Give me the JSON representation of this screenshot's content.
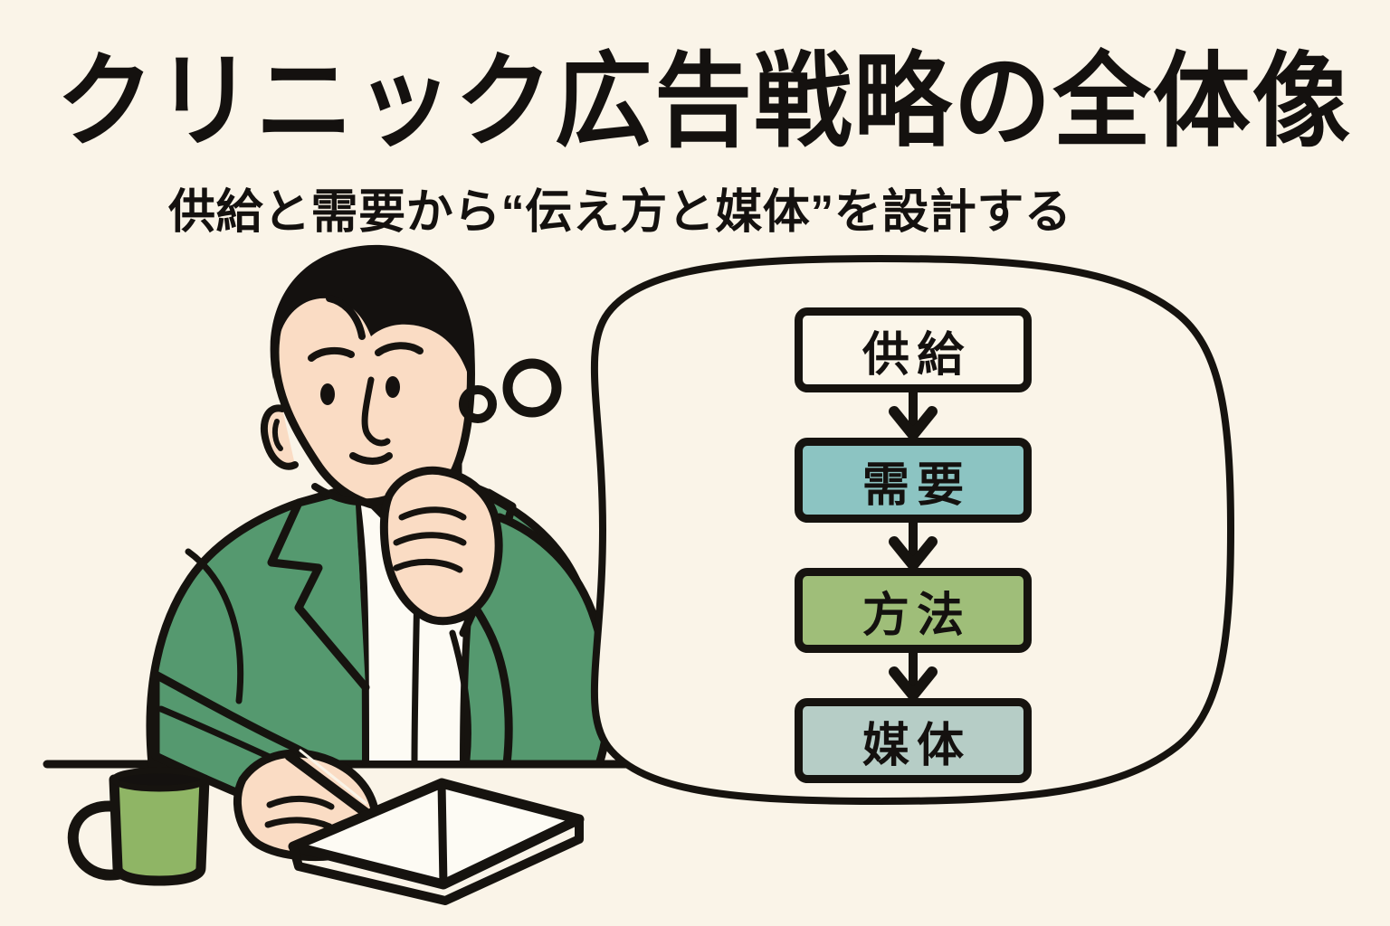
{
  "header": {
    "title": "クリニック広告戦略の全体像",
    "subtitle": "供給と需要から“伝え方と媒体”を設計する"
  },
  "colors": {
    "background": "#faf4e8",
    "ink": "#14110f",
    "jacket_green": "#55996f",
    "skin": "#fadcc4",
    "shirt_white": "#fdfbf4",
    "mug_green": "#8fb565",
    "coffee_dark": "#14110f",
    "box_supply": "#fbf6ea",
    "box_demand": "#8cc4c2",
    "box_method": "#9fbe79",
    "box_media": "#b6cdc6"
  },
  "illustration": {
    "character": "thinking-businessman",
    "props": [
      "coffee-mug",
      "open-notebook",
      "pen",
      "desk-line"
    ],
    "thought_dots": 2
  },
  "chart_data": {
    "type": "flowchart",
    "title": "クリニック広告戦略の全体像",
    "orientation": "vertical",
    "nodes": [
      {
        "id": "supply",
        "label": "供給",
        "fill": "#fbf6ea",
        "order": 1
      },
      {
        "id": "demand",
        "label": "需要",
        "fill": "#8cc4c2",
        "order": 2
      },
      {
        "id": "method",
        "label": "方法",
        "fill": "#9fbe79",
        "order": 3
      },
      {
        "id": "media",
        "label": "媒体",
        "fill": "#b6cdc6",
        "order": 4
      }
    ],
    "edges": [
      {
        "from": "supply",
        "to": "demand",
        "style": "arrow"
      },
      {
        "from": "demand",
        "to": "method",
        "style": "arrow"
      },
      {
        "from": "method",
        "to": "media",
        "style": "arrow"
      }
    ],
    "container": "thought-bubble"
  }
}
